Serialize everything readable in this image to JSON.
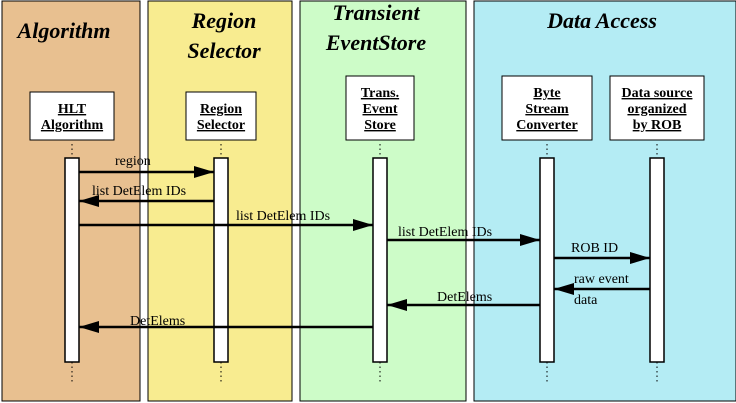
{
  "colors": {
    "algorithm_bg": "#e8c090",
    "region_selector_bg": "#f8ec90",
    "event_store_bg": "#cdfcc8",
    "data_access_bg": "#b4ecf4",
    "lines": "#000000",
    "activation": "#ffffff"
  },
  "columns": [
    {
      "id": "algorithm",
      "title_lines": [
        "Algorithm"
      ]
    },
    {
      "id": "region-selector",
      "title_lines": [
        "Region",
        "Selector"
      ]
    },
    {
      "id": "event-store",
      "title_lines": [
        "Transient",
        "EventStore"
      ]
    },
    {
      "id": "data-access",
      "title_lines": [
        "Data Access"
      ]
    }
  ],
  "lifelines": [
    {
      "id": "hlt-algorithm",
      "label_lines": [
        "HLT",
        "Algorithm"
      ]
    },
    {
      "id": "region-selector",
      "label_lines": [
        "Region",
        "Selector"
      ]
    },
    {
      "id": "trans-event-store",
      "label_lines": [
        "Trans.",
        "Event",
        "Store"
      ]
    },
    {
      "id": "byte-stream-converter",
      "label_lines": [
        "Byte",
        "Stream",
        "Converter"
      ]
    },
    {
      "id": "data-source-rob",
      "label_lines": [
        "Data source",
        "organized",
        "by ROB"
      ]
    }
  ],
  "messages": [
    {
      "id": "region",
      "from": "hlt-algorithm",
      "to": "region-selector",
      "label_lines": [
        "region"
      ]
    },
    {
      "id": "list-detelem-ids-1",
      "from": "region-selector",
      "to": "hlt-algorithm",
      "label_lines": [
        "list DetElem IDs"
      ]
    },
    {
      "id": "list-detelem-ids-2",
      "from": "hlt-algorithm",
      "to": "trans-event-store",
      "label_lines": [
        "list DetElem IDs"
      ]
    },
    {
      "id": "list-detelem-ids-3",
      "from": "trans-event-store",
      "to": "byte-stream-converter",
      "label_lines": [
        "list DetElem IDs"
      ]
    },
    {
      "id": "rob-id",
      "from": "byte-stream-converter",
      "to": "data-source-rob",
      "label_lines": [
        "ROB ID"
      ]
    },
    {
      "id": "raw-event-data",
      "from": "data-source-rob",
      "to": "byte-stream-converter",
      "label_lines": [
        "raw event",
        "data"
      ]
    },
    {
      "id": "detelems-1",
      "from": "byte-stream-converter",
      "to": "trans-event-store",
      "label_lines": [
        "DetElems"
      ]
    },
    {
      "id": "detelems-2",
      "from": "trans-event-store",
      "to": "hlt-algorithm",
      "label_lines": [
        "DetElems"
      ]
    }
  ]
}
